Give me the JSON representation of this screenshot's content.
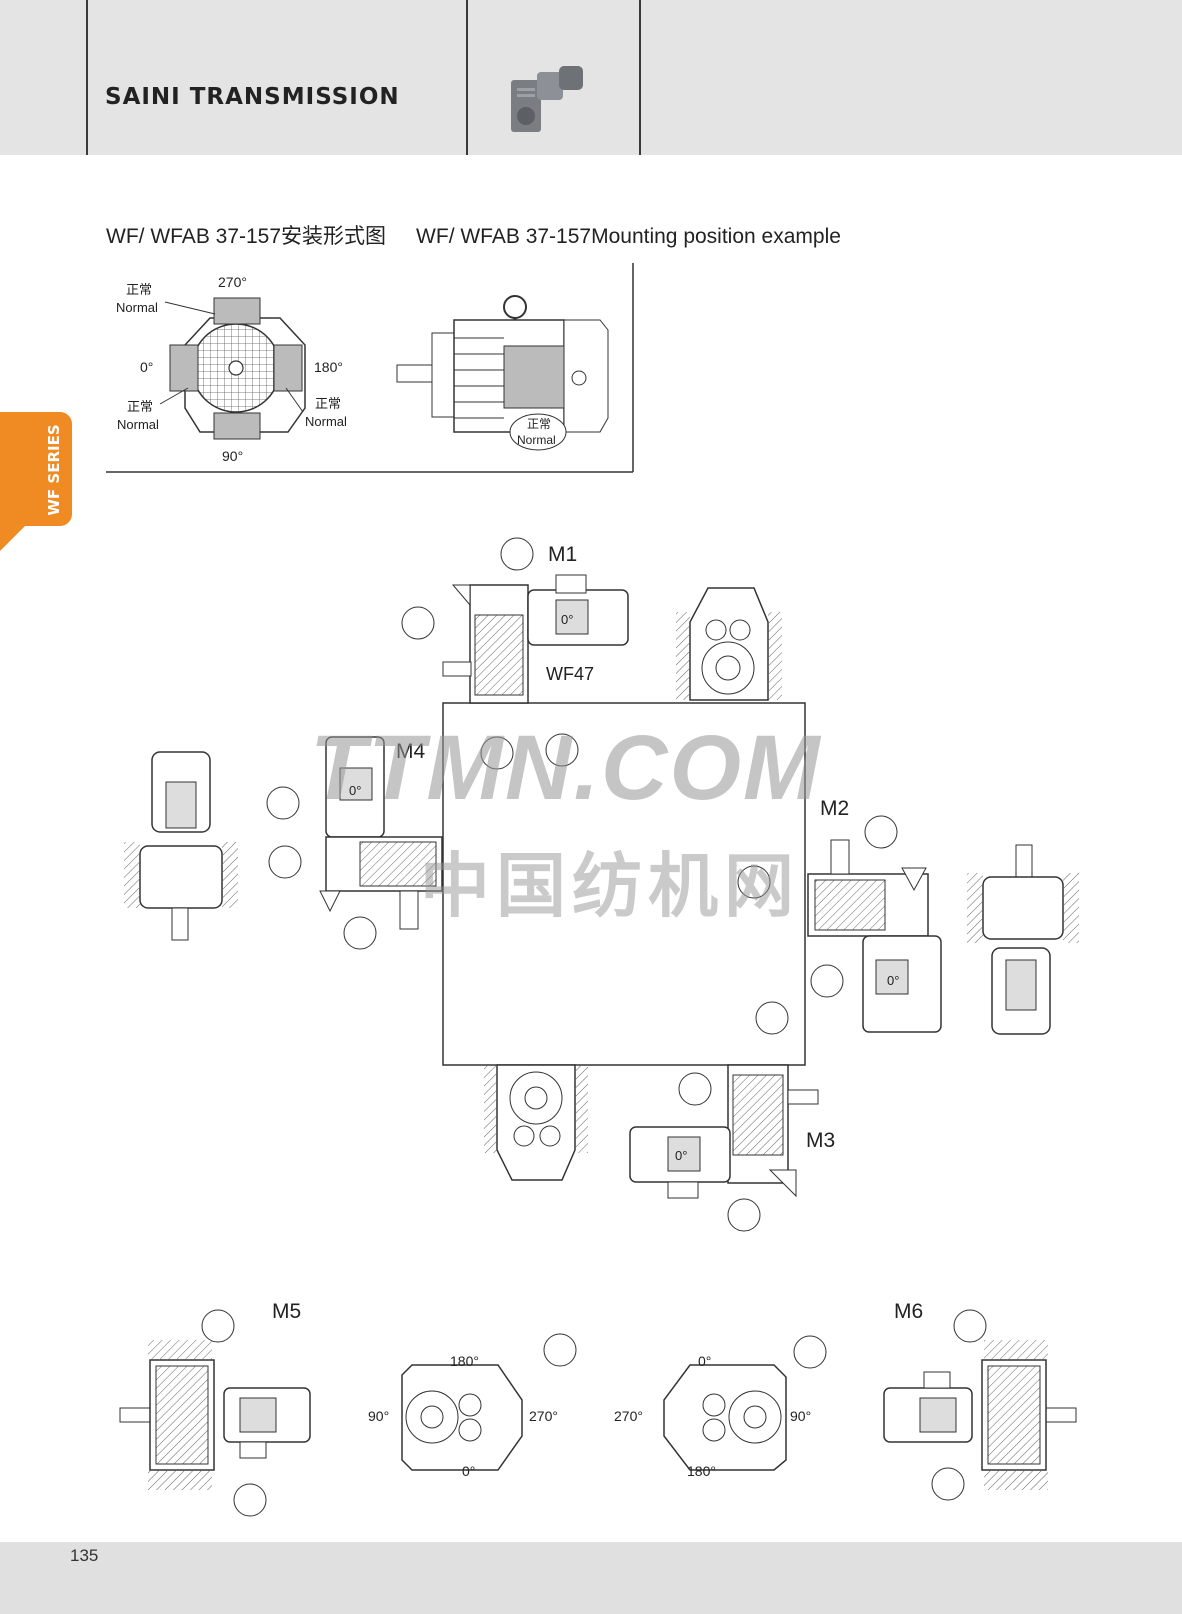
{
  "header": {
    "brand": "SAINI TRANSMISSION"
  },
  "section": {
    "title_cn": "WF/ WFAB 37-157安装形式图",
    "title_en": "WF/ WFAB 37-157Mounting position example"
  },
  "tab": {
    "label": "WF SERIES",
    "color": "#f08a22"
  },
  "terminal_box": {
    "angle_270": "270°",
    "angle_0": "0°",
    "angle_180": "180°",
    "angle_90": "90°",
    "normal_cn": "正常",
    "normal_en": "Normal"
  },
  "positions": {
    "m1": "M1",
    "m2": "M2",
    "m3": "M3",
    "m4": "M4",
    "m5": "M5",
    "m6": "M6",
    "model": "WF47",
    "box_angle": "0°"
  },
  "m5_view": {
    "top": "180°",
    "left": "90°",
    "right": "270°",
    "bottom": "0°"
  },
  "m6_view": {
    "top": "0°",
    "left": "270°",
    "right": "90°",
    "bottom": "180°"
  },
  "watermark": {
    "line1": "TTMN.COM",
    "line2": "中国纺机网"
  },
  "footer": {
    "page_number": "135"
  }
}
